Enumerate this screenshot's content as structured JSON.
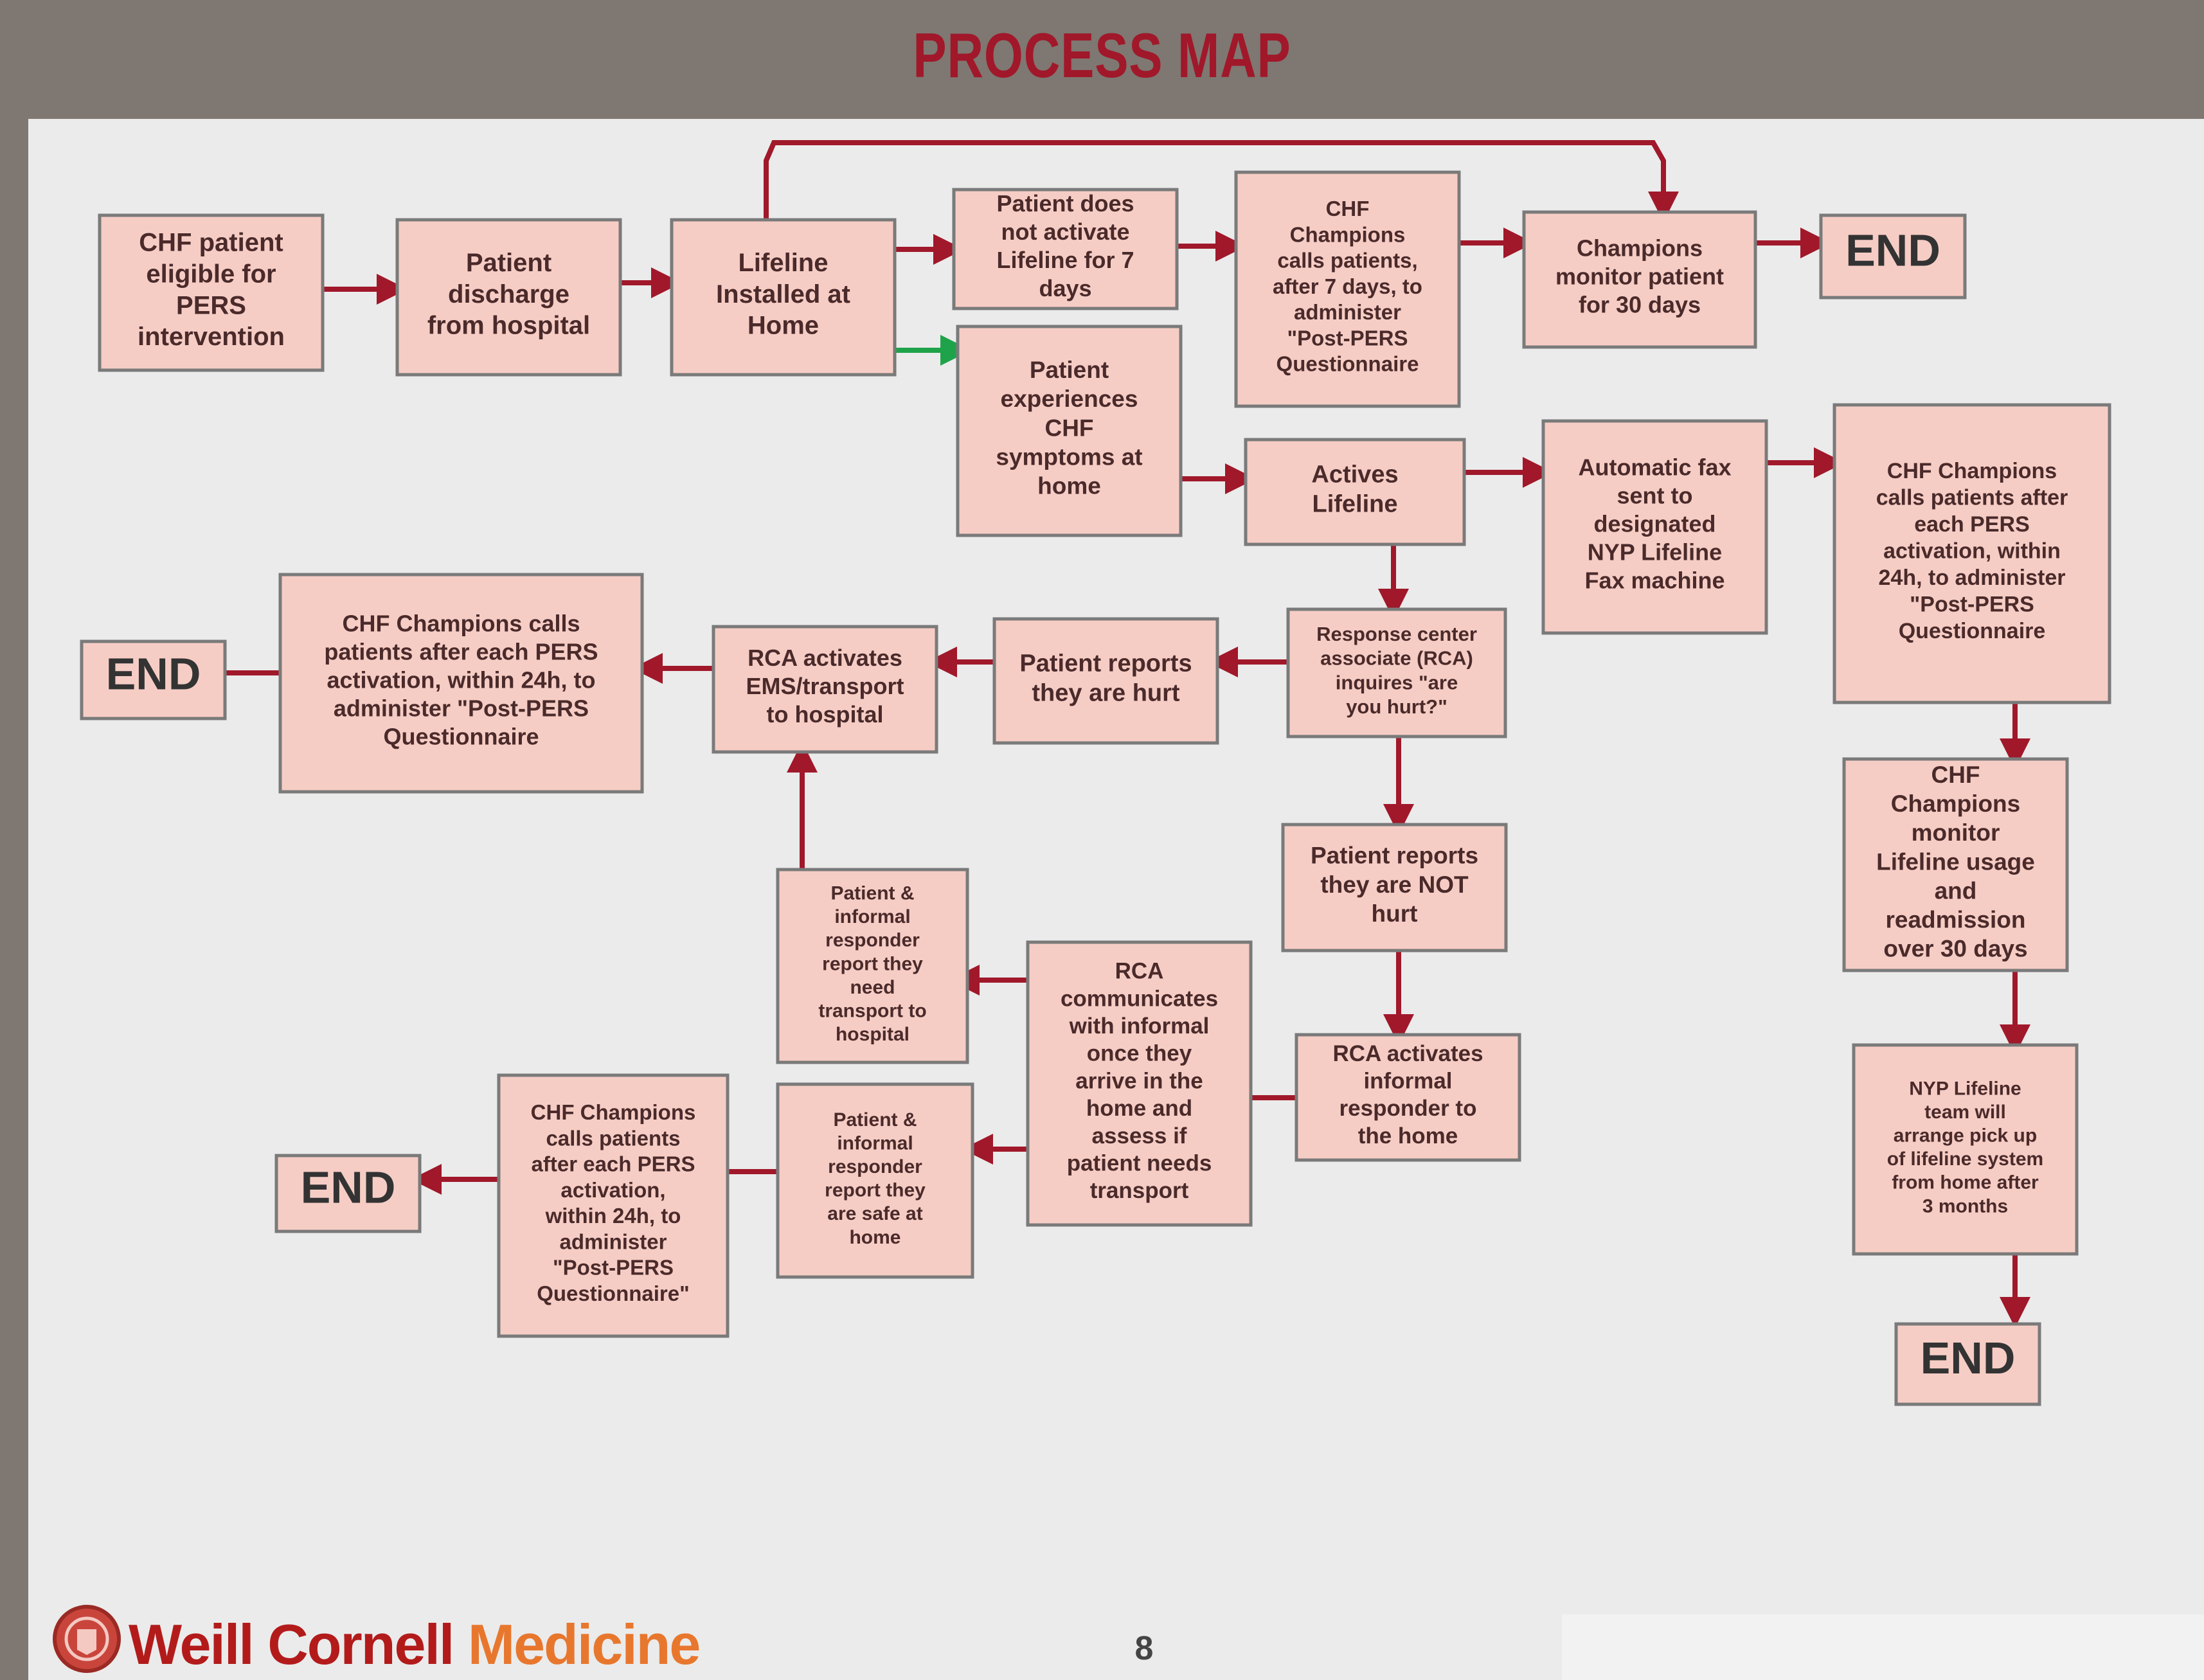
{
  "title": "PROCESS MAP",
  "colors": {
    "header_bg": "#7f7771",
    "canvas_bg": "#ebebeb",
    "box_fill": "#f6cdc5",
    "box_border": "#7a7a7a",
    "arrow": "#a0182a",
    "arrow_highlight": "#1fa34a",
    "title": "#a0182a"
  },
  "nodes": [
    {
      "id": "n1",
      "lines": [
        "CHF patient",
        "eligible for",
        "PERS",
        "intervention"
      ]
    },
    {
      "id": "n2",
      "lines": [
        "Patient",
        "discharge",
        "from hospital"
      ]
    },
    {
      "id": "n3",
      "lines": [
        "Lifeline",
        "Installed at",
        "Home"
      ]
    },
    {
      "id": "n4",
      "lines": [
        "Patient does",
        "not activate",
        "Lifeline for 7",
        "days"
      ]
    },
    {
      "id": "n5",
      "lines": [
        "CHF",
        "Champions",
        "calls patients,",
        "after 7 days, to",
        "administer",
        "\"Post-PERS",
        "Questionnaire"
      ]
    },
    {
      "id": "n6",
      "lines": [
        "Champions",
        "monitor patient",
        "for 30 days"
      ]
    },
    {
      "id": "n7",
      "lines": [
        "Patient",
        "experiences",
        "CHF",
        "symptoms at",
        "home"
      ]
    },
    {
      "id": "n8",
      "lines": [
        "Actives",
        "Lifeline"
      ]
    },
    {
      "id": "n9",
      "lines": [
        "Automatic fax",
        "sent to",
        "designated",
        "NYP Lifeline",
        "Fax machine"
      ]
    },
    {
      "id": "n10",
      "lines": [
        "CHF Champions",
        "calls patients after",
        "each PERS",
        "activation, within",
        "24h, to administer",
        "\"Post-PERS",
        "Questionnaire"
      ]
    },
    {
      "id": "n11",
      "lines": [
        "Response center",
        "associate (RCA)",
        "inquires \"are",
        "you hurt?\""
      ]
    },
    {
      "id": "n12",
      "lines": [
        "Patient reports",
        "they are hurt"
      ]
    },
    {
      "id": "n13",
      "lines": [
        "RCA activates",
        "EMS/transport",
        "to hospital"
      ]
    },
    {
      "id": "n14",
      "lines": [
        "CHF Champions  calls",
        "patients after each PERS",
        "activation, within 24h, to",
        "administer \"Post-PERS",
        "Questionnaire"
      ]
    },
    {
      "id": "n15",
      "lines": [
        "Patient reports",
        "they are NOT",
        "hurt"
      ]
    },
    {
      "id": "n16",
      "lines": [
        "RCA activates",
        "informal",
        "responder to",
        "the home"
      ]
    },
    {
      "id": "n17",
      "lines": [
        "RCA",
        "communicates",
        "with informal",
        "once they",
        "arrive in the",
        "home and",
        "assess if",
        "patient needs",
        "transport"
      ]
    },
    {
      "id": "n18",
      "lines": [
        "Patient &",
        "informal",
        "responder",
        "report they",
        "need",
        "transport to",
        "hospital"
      ]
    },
    {
      "id": "n19",
      "lines": [
        "Patient &",
        "informal",
        "responder",
        "report they",
        "are safe at",
        "home"
      ]
    },
    {
      "id": "n20",
      "lines": [
        "CHF Champions",
        "calls patients",
        "after each PERS",
        "activation,",
        "within 24h, to",
        "administer",
        "\"Post-PERS",
        "Questionnaire\""
      ]
    },
    {
      "id": "n21",
      "lines": [
        "CHF",
        "Champions",
        "monitor",
        "Lifeline usage",
        "and",
        "readmission",
        "over 30 days"
      ]
    },
    {
      "id": "n22",
      "lines": [
        "NYP Lifeline",
        "team will",
        "arrange pick up",
        "of lifeline system",
        "from home after",
        "3 months"
      ]
    },
    {
      "id": "e1",
      "lines": [
        "END"
      ]
    },
    {
      "id": "e2",
      "lines": [
        "END"
      ]
    },
    {
      "id": "e3",
      "lines": [
        "END"
      ]
    },
    {
      "id": "e4",
      "lines": [
        "END"
      ]
    }
  ],
  "footer": {
    "logo_part1": "Weill Cornell ",
    "logo_part2": "Medicine",
    "page_number": "8"
  }
}
